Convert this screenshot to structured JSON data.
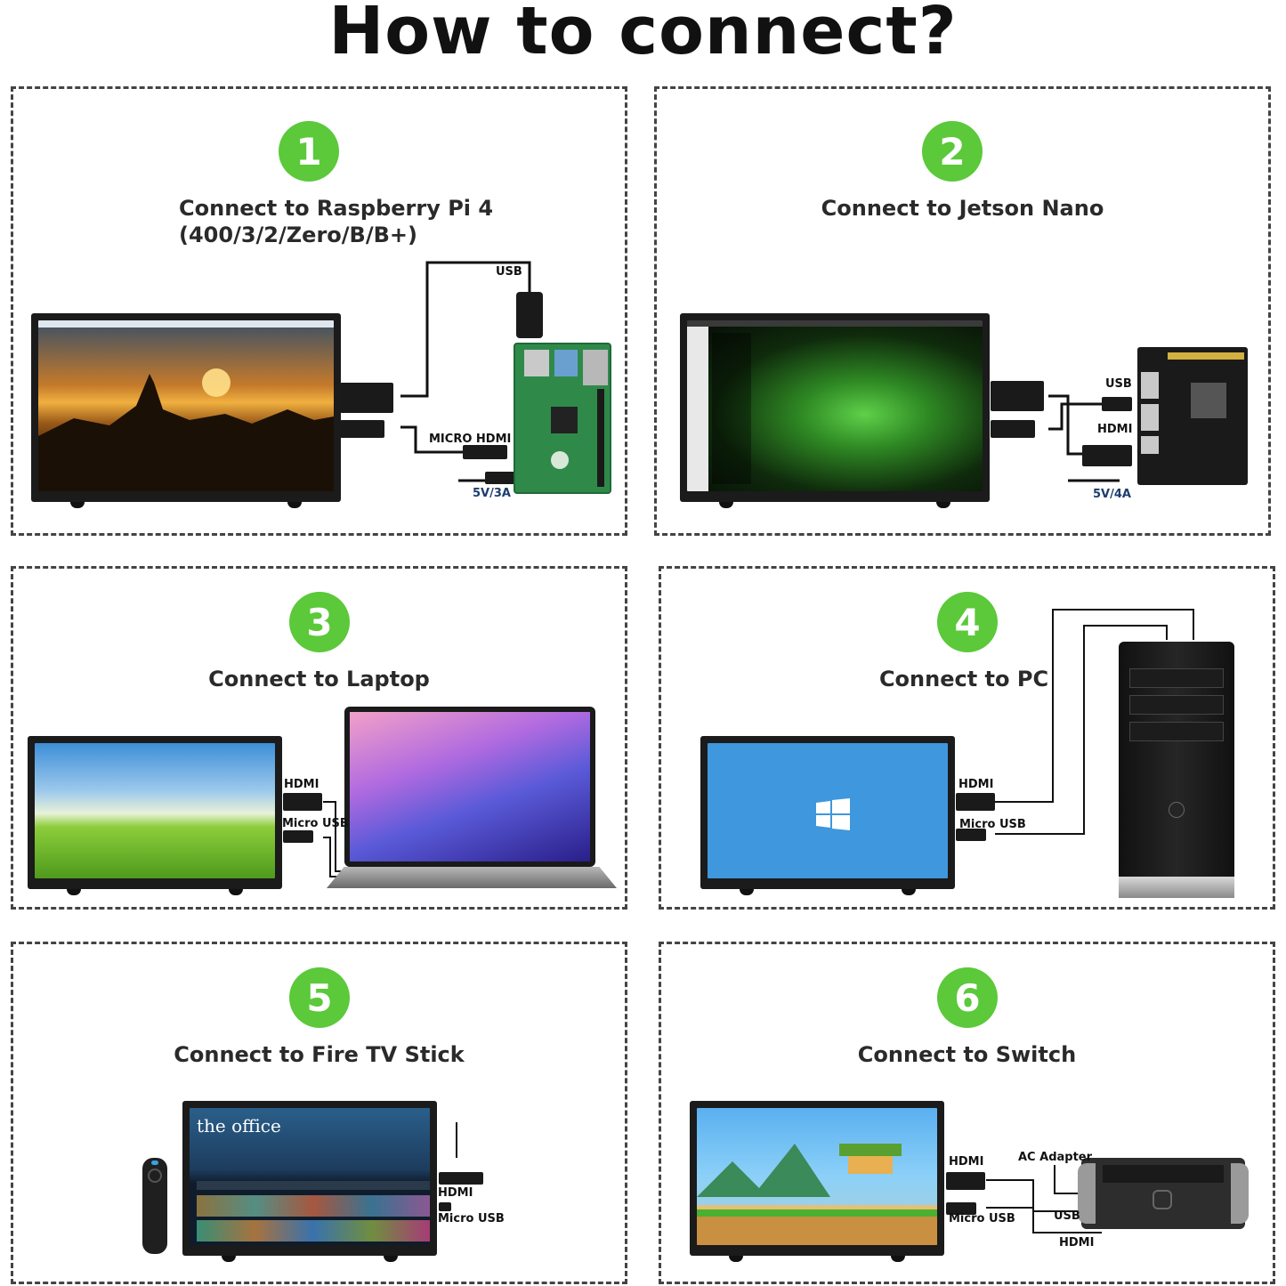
{
  "title": "How to connect?",
  "colors": {
    "badge": "#5bc93a",
    "wire": "#111111",
    "power_label": "#1d3d6e"
  },
  "panels": [
    {
      "number": "1",
      "caption_line1": "Connect to Raspberry Pi 4",
      "caption_line2": "(400/3/2/Zero/B/B+)",
      "labels": {
        "usb": "USB",
        "micro_hdmi": "MICRO HDMI",
        "power": "5V/3A"
      }
    },
    {
      "number": "2",
      "caption": "Connect to Jetson Nano",
      "labels": {
        "usb": "USB",
        "hdmi": "HDMI",
        "power": "5V/4A"
      }
    },
    {
      "number": "3",
      "caption": "Connect to Laptop",
      "labels": {
        "hdmi": "HDMI",
        "micro_usb": "Micro USB"
      }
    },
    {
      "number": "4",
      "caption": "Connect to PC",
      "labels": {
        "hdmi": "HDMI",
        "micro_usb": "Micro USB"
      }
    },
    {
      "number": "5",
      "caption": "Connect to Fire TV Stick",
      "labels": {
        "hdmi": "HDMI",
        "micro_usb": "Micro USB"
      },
      "screen_text": "the office"
    },
    {
      "number": "6",
      "caption": "Connect to Switch",
      "labels": {
        "hdmi": "HDMI",
        "micro_usb": "Micro USB",
        "ac": "AC Adapter",
        "usb": "USB",
        "hdmi_dock": "HDMI"
      }
    }
  ]
}
